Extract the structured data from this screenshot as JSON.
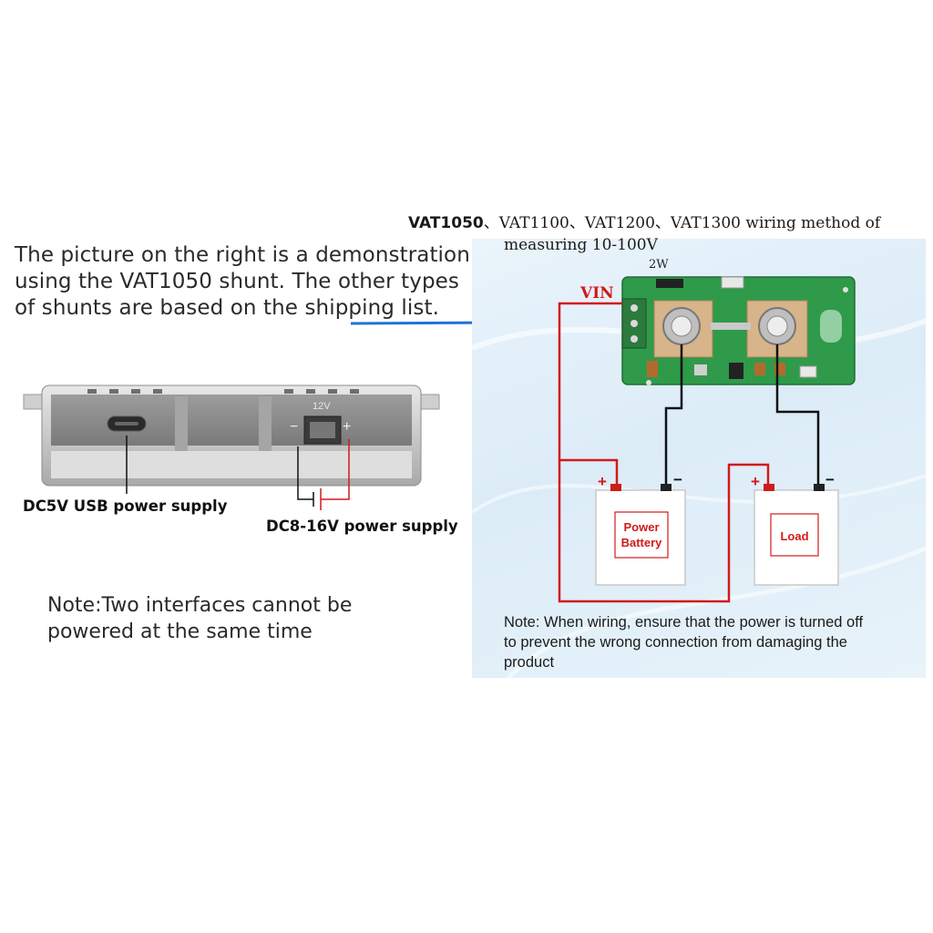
{
  "intro_lines": [
    "The picture on the right is a demonstration",
    "using the VAT1050 shunt. The other types",
    "of shunts are based on the shipping list."
  ],
  "device": {
    "usb_label": "DC5V USB power supply",
    "dc_label": "DC8-16V power supply",
    "port_voltage": "12V",
    "minus": "−",
    "plus": "+"
  },
  "note_left_lines": [
    "Note:Two interfaces cannot be",
    "powered at the same time"
  ],
  "diagram": {
    "title_bold": "VAT1050",
    "title_rest": "、VAT1100、VAT1200、VAT1300 wiring method of",
    "title_line2": "measuring 10-100V",
    "vin_label": "VIN",
    "resistor_label": "2W",
    "battery_line1": "Power",
    "battery_line2": "Battery",
    "load_label": "Load",
    "plus": "+",
    "minus": "−",
    "note_lines": [
      "Note: When wiring, ensure that the power is turned off",
      "to prevent the wrong connection from damaging the",
      "product"
    ]
  },
  "colors": {
    "wire_red": "#d11a1a",
    "wire_black": "#111111",
    "pcb_green": "#2f9a4a",
    "arrow_blue": "#1e73d8"
  }
}
